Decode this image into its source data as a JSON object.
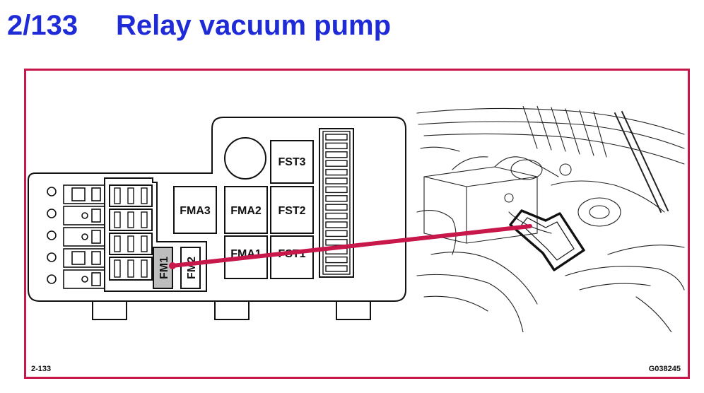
{
  "title": {
    "number": "2/133",
    "text": "Relay vacuum pump"
  },
  "diagram": {
    "fuse_labels": {
      "fst3": "FST3",
      "fma3": "FMA3",
      "fma2": "FMA2",
      "fst2": "FST2",
      "fma1": "FMA1",
      "fst1": "FST1",
      "fm1": "FM1",
      "fm2": "FM2"
    },
    "highlighted": "FM1",
    "figure_ref": "2-133",
    "graphic_id": "G038245"
  },
  "colors": {
    "title": "#1f2bd6",
    "frame": "#c8174a",
    "pointer": "#c8174a",
    "highlight_fill": "#bdbdbd"
  }
}
